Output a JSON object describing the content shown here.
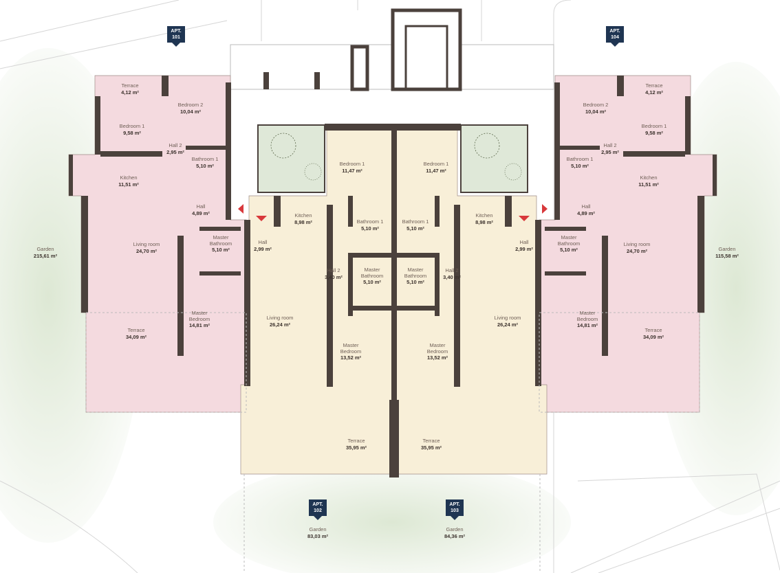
{
  "colors": {
    "apt_101_104": "#f4dadf",
    "apt_102_103": "#f8efd8",
    "walls": "#4b413c",
    "badge": "#1f3552",
    "courtyard": "#dfe8d8",
    "entrance_marker": "#d8383b"
  },
  "apartments": {
    "a101": {
      "badge": [
        "APT.",
        "101"
      ],
      "rooms": [
        {
          "name": "Terrace",
          "area": "4,12 m²"
        },
        {
          "name": "Bedroom 2",
          "area": "10,04 m²"
        },
        {
          "name": "Bedroom 1",
          "area": "9,58 m²"
        },
        {
          "name": "Hall 2",
          "area": "2,95 m²"
        },
        {
          "name": "Bathroom 1",
          "area": "5,10 m²"
        },
        {
          "name": "Kitchen",
          "area": "11,51 m²"
        },
        {
          "name": "Hall",
          "area": "4,89 m²"
        },
        {
          "name": "Living room",
          "area": "24,70 m²"
        },
        {
          "name": "Master Bathroom",
          "area": "5,10 m²"
        },
        {
          "name": "Master Bedroom",
          "area": "14,81 m²"
        },
        {
          "name": "Terrace",
          "area": "34,09 m²"
        },
        {
          "name": "Garden",
          "area": "215,61 m²"
        }
      ]
    },
    "a104": {
      "badge": [
        "APT.",
        "104"
      ],
      "rooms": [
        {
          "name": "Terrace",
          "area": "4,12 m²"
        },
        {
          "name": "Bedroom 2",
          "area": "10,04 m²"
        },
        {
          "name": "Bedroom 1",
          "area": "9,58 m²"
        },
        {
          "name": "Hall 2",
          "area": "2,95 m²"
        },
        {
          "name": "Bathroom 1",
          "area": "5,10 m²"
        },
        {
          "name": "Kitchen",
          "area": "11,51 m²"
        },
        {
          "name": "Hall",
          "area": "4,89 m²"
        },
        {
          "name": "Living room",
          "area": "24,70 m²"
        },
        {
          "name": "Master Bathroom",
          "area": "5,10 m²"
        },
        {
          "name": "Master Bedroom",
          "area": "14,81 m²"
        },
        {
          "name": "Terrace",
          "area": "34,09 m²"
        },
        {
          "name": "Garden",
          "area": "115,58 m²"
        }
      ]
    },
    "a102": {
      "badge": [
        "APT.",
        "102"
      ],
      "rooms": [
        {
          "name": "Bedroom 1",
          "area": "11,47 m²"
        },
        {
          "name": "Kitchen",
          "area": "8,98 m²"
        },
        {
          "name": "Hall",
          "area": "2,99 m²"
        },
        {
          "name": "Bathroom 1",
          "area": "5,10 m²"
        },
        {
          "name": "Master Bathroom",
          "area": "5,10 m²"
        },
        {
          "name": "Hall 2",
          "area": "3,40 m²"
        },
        {
          "name": "Living room",
          "area": "26,24 m²"
        },
        {
          "name": "Master Bedroom",
          "area": "13,52 m²"
        },
        {
          "name": "Terrace",
          "area": "35,95 m²"
        },
        {
          "name": "Garden",
          "area": "83,03 m²"
        }
      ]
    },
    "a103": {
      "badge": [
        "APT.",
        "103"
      ],
      "rooms": [
        {
          "name": "Bedroom 1",
          "area": "11,47 m²"
        },
        {
          "name": "Kitchen",
          "area": "8,98 m²"
        },
        {
          "name": "Hall",
          "area": "2,99 m²"
        },
        {
          "name": "Bathroom 1",
          "area": "5,10 m²"
        },
        {
          "name": "Master Bathroom",
          "area": "5,10 m²"
        },
        {
          "name": "Hall 2",
          "area": "3,40 m²"
        },
        {
          "name": "Living room",
          "area": "26,24 m²"
        },
        {
          "name": "Master Bedroom",
          "area": "13,52 m²"
        },
        {
          "name": "Terrace",
          "area": "35,95 m²"
        },
        {
          "name": "Garden",
          "area": "84,36 m²"
        }
      ]
    }
  }
}
